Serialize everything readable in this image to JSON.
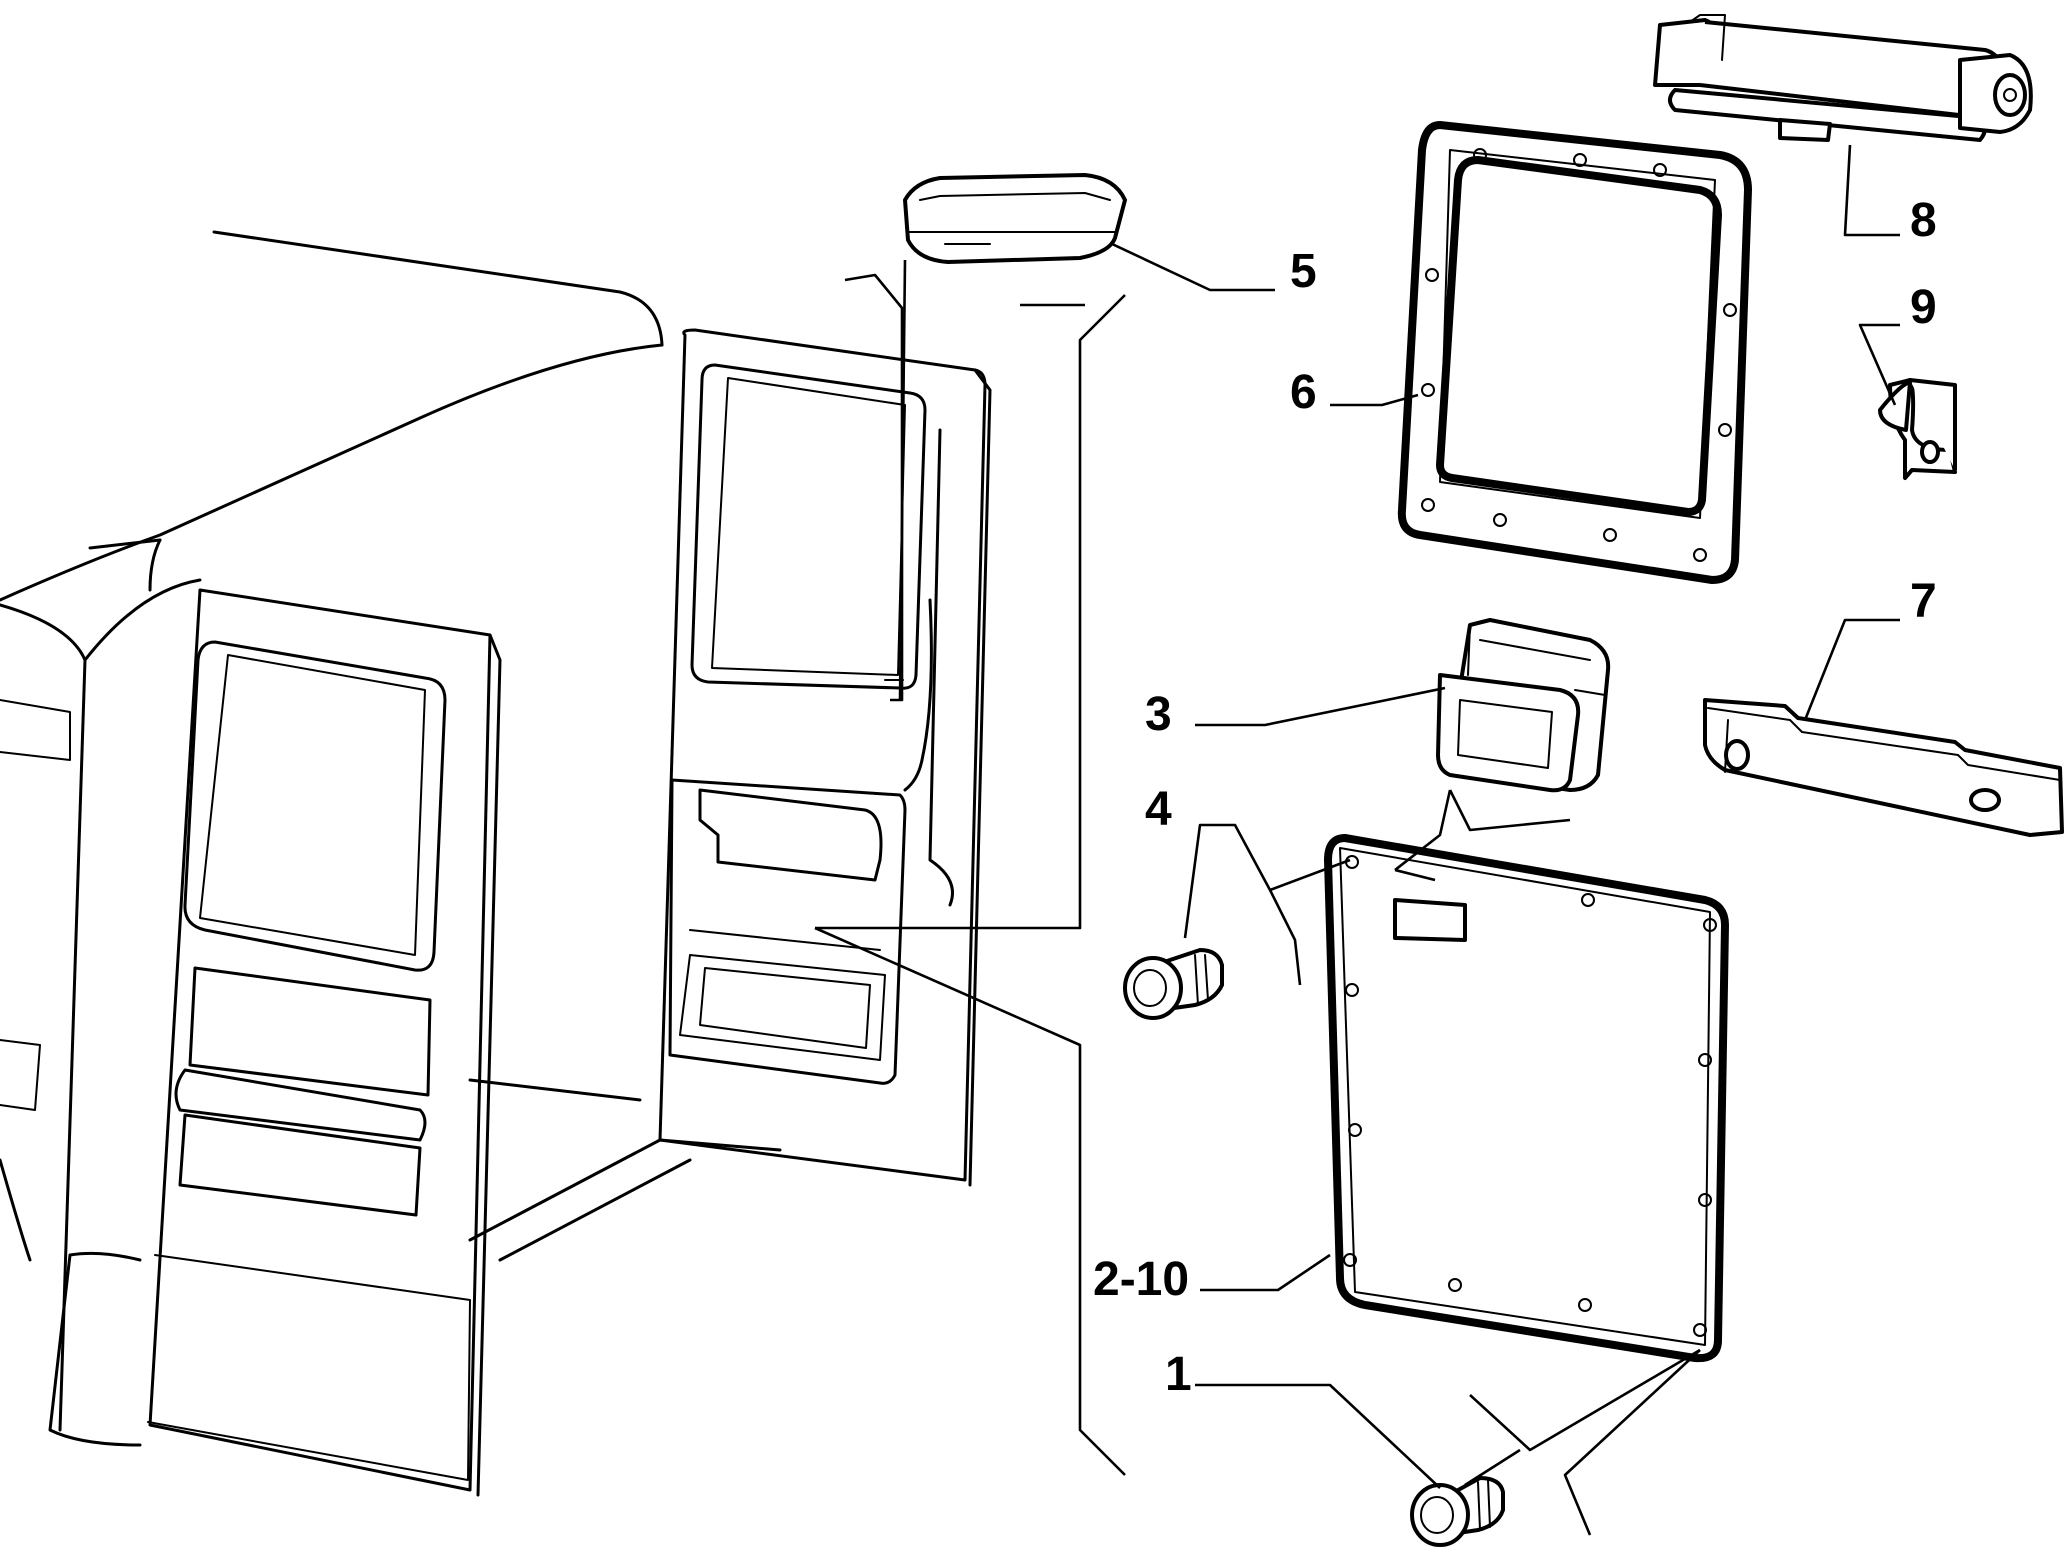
{
  "callouts": [
    {
      "id": "part-5",
      "label": "5"
    },
    {
      "id": "part-8",
      "label": "8"
    },
    {
      "id": "part-9",
      "label": "9"
    },
    {
      "id": "part-6",
      "label": "6"
    },
    {
      "id": "part-7",
      "label": "7"
    },
    {
      "id": "part-3",
      "label": "3"
    },
    {
      "id": "part-4",
      "label": "4"
    },
    {
      "id": "part-2-10",
      "label": "2-10"
    },
    {
      "id": "part-1",
      "label": "1"
    }
  ]
}
